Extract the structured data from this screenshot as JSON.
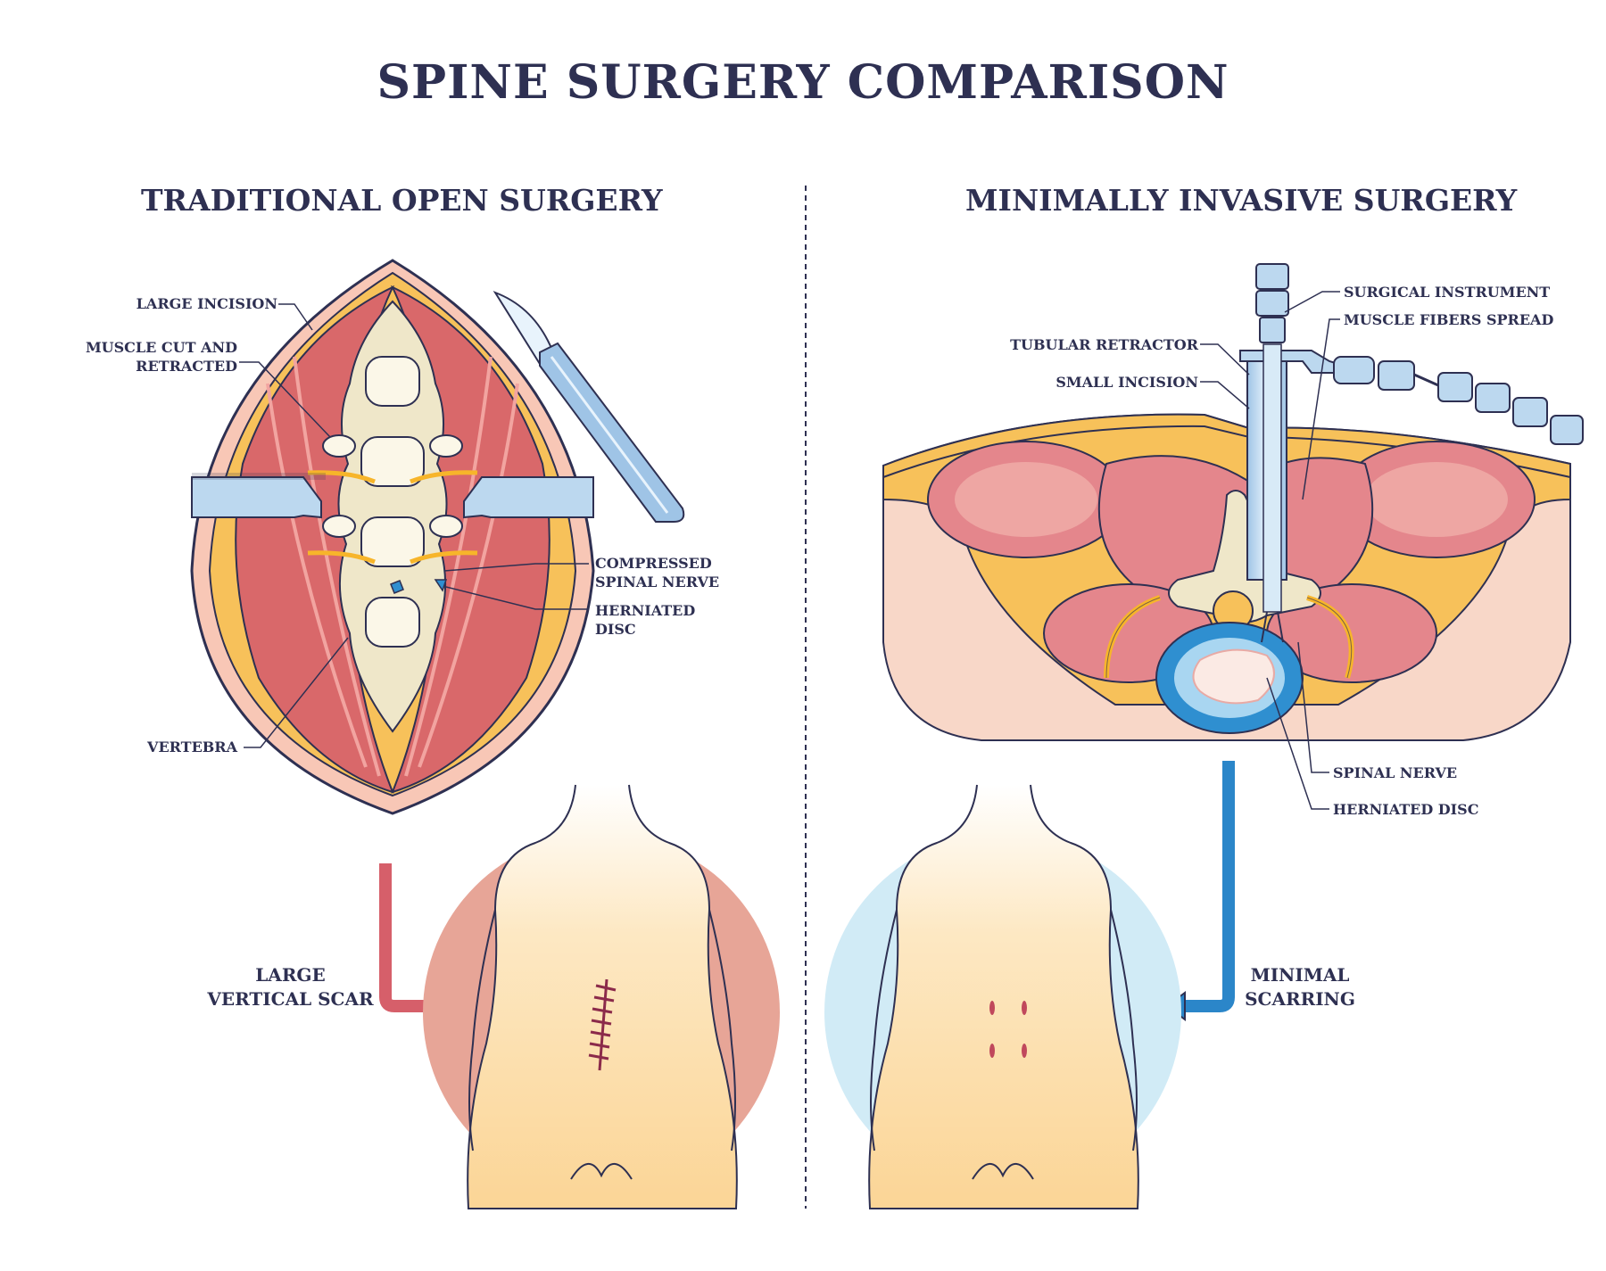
{
  "title": "SPINE SURGERY COMPARISON",
  "left": {
    "heading": "TRADITIONAL OPEN SURGERY",
    "labels": {
      "large_incision": "LARGE INCISION",
      "muscle_cut_1": "MUSCLE CUT AND",
      "muscle_cut_2": "RETRACTED",
      "compressed_1": "COMPRESSED",
      "compressed_2": "SPINAL NERVE",
      "herniated_1": "HERNIATED",
      "herniated_2": "DISC",
      "vertebra": "VERTEBRA"
    },
    "outcome_1": "LARGE",
    "outcome_2": "VERTICAL SCAR"
  },
  "right": {
    "heading": "MINIMALLY INVASIVE SURGERY",
    "labels": {
      "surgical_instrument": "SURGICAL INSTRUMENT",
      "muscle_fibers": "MUSCLE FIBERS SPREAD",
      "tubular_retractor": "TUBULAR RETRACTOR",
      "small_incision": "SMALL INCISION",
      "spinal_nerve": "SPINAL NERVE",
      "herniated_disc": "HERNIATED DISC"
    },
    "outcome_1": "MINIMAL",
    "outcome_2": "SCARRING"
  },
  "colors": {
    "ink": "#2e3052",
    "muscle": "#d9686a",
    "fat": "#f7c15a",
    "skin": "#f8d7c8",
    "bone": "#efe7c9",
    "disc_blue": "#2f8fd0",
    "tool": "#bcd8ef",
    "left_circle": "#e7a597",
    "right_circle": "#d1ebf6",
    "left_arrow": "#d65f6a",
    "right_arrow": "#2b86c9"
  }
}
